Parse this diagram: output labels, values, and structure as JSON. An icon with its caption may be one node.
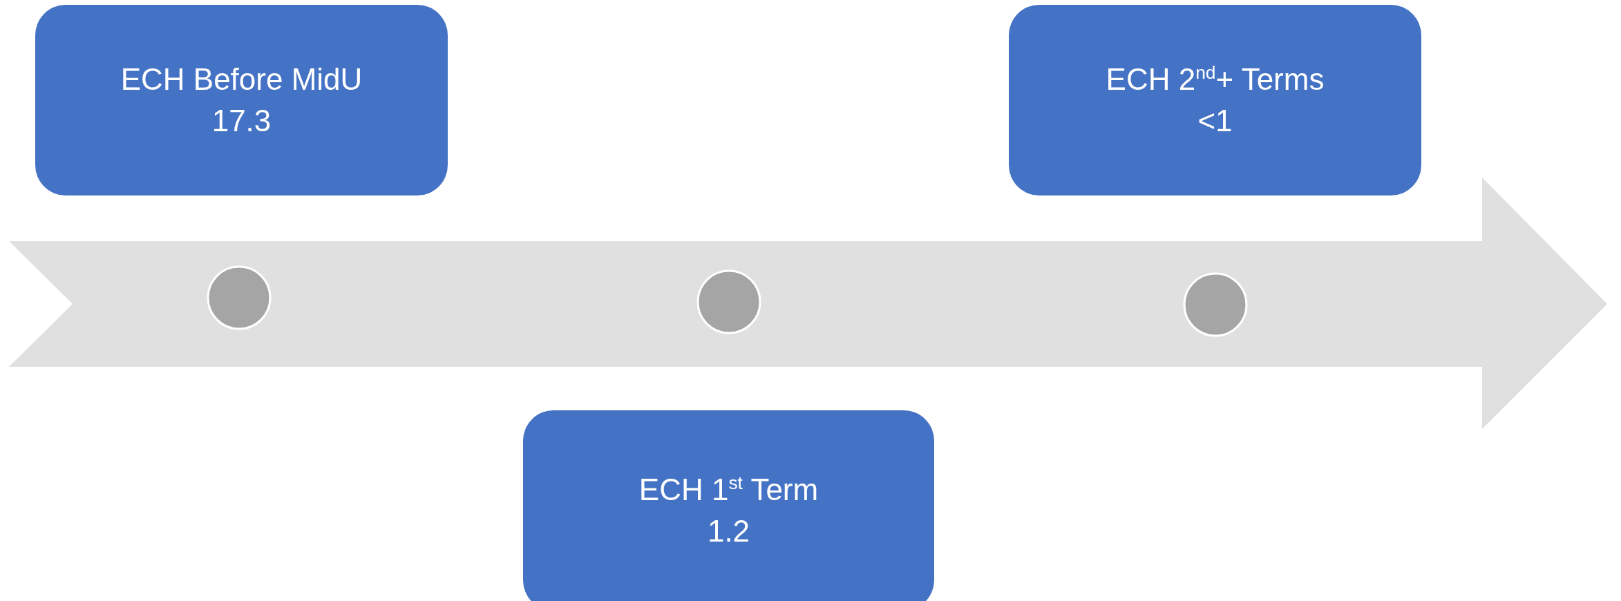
{
  "diagram": {
    "nodes": [
      {
        "text": [
          "ECH Before MidU",
          "17.3"
        ]
      },
      {
        "text": [],
        "shape": "circle"
      },
      {
        "text": [
          "ECH 1$^{st}$ Term",
          "1.2"
        ]
      },
      {
        "text": [],
        "shape": "circle"
      },
      {
        "text": [
          "ECH 2$^{nd}$+ Terms",
          "<1"
        ]
      },
      {
        "text": [],
        "shape": "circle"
      }
    ]
  }
}
